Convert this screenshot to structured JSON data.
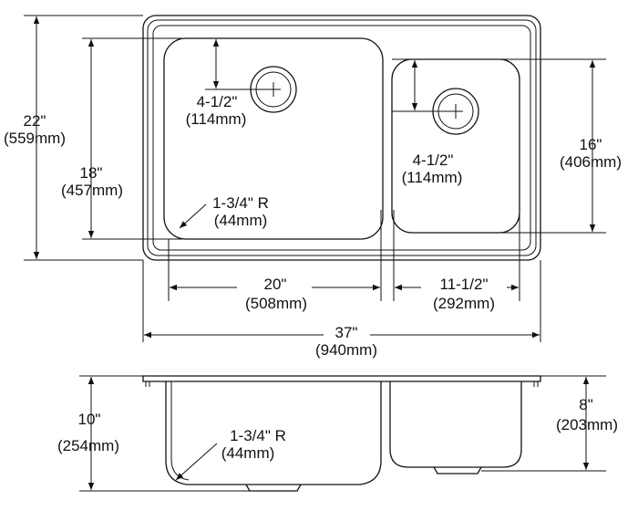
{
  "dimensions": {
    "overall_depth_in": "22\"",
    "overall_depth_mm": "(559mm)",
    "left_bowl_depth_in": "18\"",
    "left_bowl_depth_mm": "(457mm)",
    "left_drain_offset_in": "4-1/2\"",
    "left_drain_offset_mm": "(114mm)",
    "left_corner_radius_in": "1-3/4\" R",
    "left_corner_radius_mm": "(44mm)",
    "right_drain_offset_in": "4-1/2\"",
    "right_drain_offset_mm": "(114mm)",
    "right_bowl_depth_in": "16\"",
    "right_bowl_depth_mm": "(406mm)",
    "left_bowl_width_in": "20\"",
    "left_bowl_width_mm": "(508mm)",
    "right_bowl_width_in": "11-1/2\"",
    "right_bowl_width_mm": "(292mm)",
    "overall_width_in": "37\"",
    "overall_width_mm": "(940mm)",
    "left_bowl_height_in": "10\"",
    "left_bowl_height_mm": "(254mm)",
    "side_corner_radius_in": "1-3/4\" R",
    "side_corner_radius_mm": "(44mm)",
    "right_bowl_height_in": "8\"",
    "right_bowl_height_mm": "(203mm)"
  }
}
